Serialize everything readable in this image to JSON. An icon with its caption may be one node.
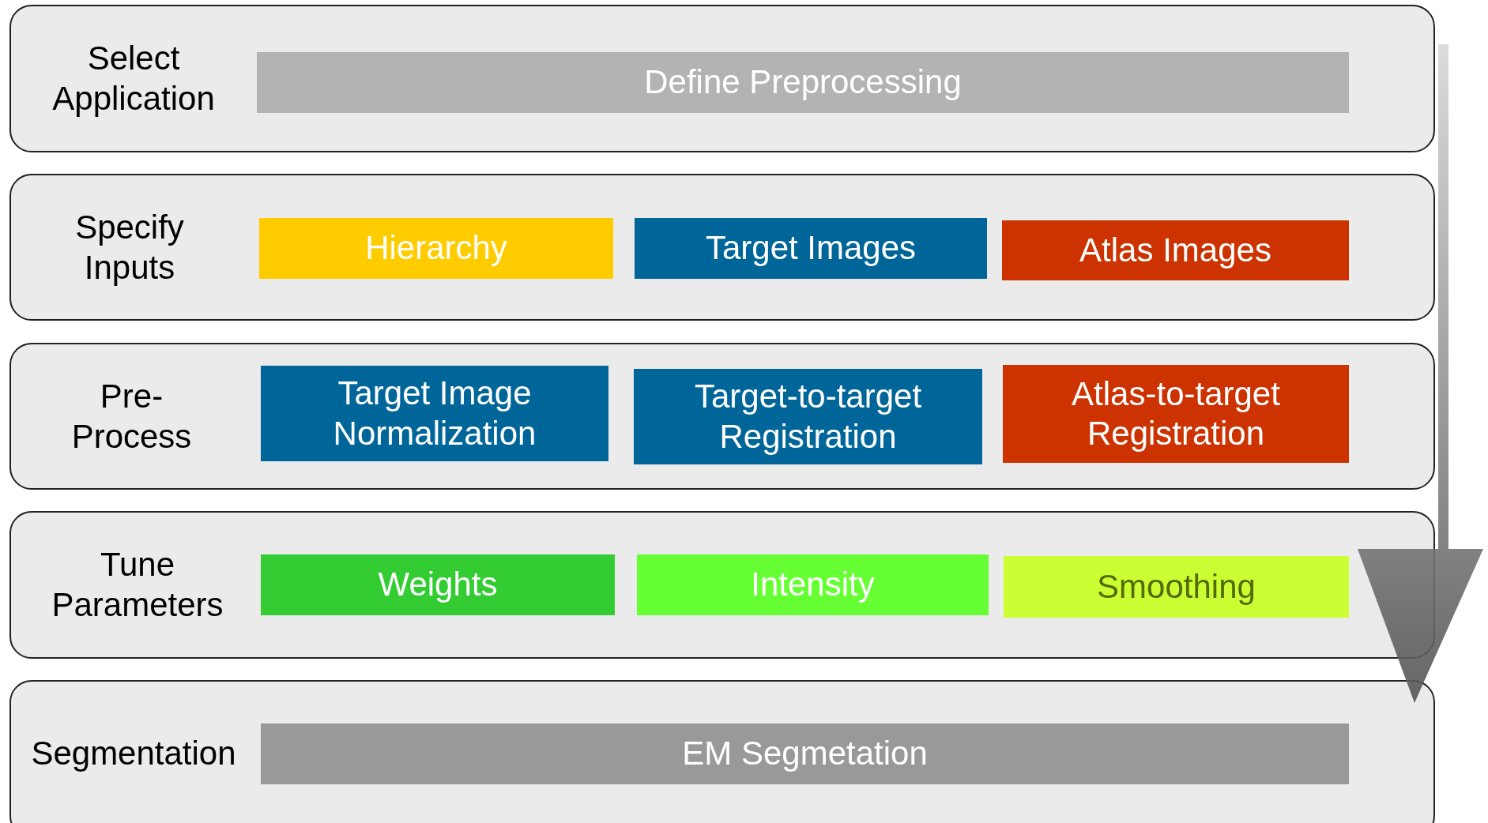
{
  "diagram": {
    "nodes": [
      {
        "text": [
          "Select Application"
        ]
      },
      {
        "text": [
          "Define Preprocessing"
        ],
        "in": 0
      },
      {
        "text": [
          "Specify Inputs"
        ]
      },
      {
        "text": [
          "Hierarchy"
        ],
        "in": 2
      },
      {
        "text": [
          "Target Images"
        ],
        "in": 2
      },
      {
        "text": [
          "Atlas Images"
        ],
        "in": 2
      },
      {
        "text": [
          "Pre-Process"
        ]
      },
      {
        "text": [
          "Target Image Normalization"
        ],
        "in": 6
      },
      {
        "text": [
          "Target-to-target Registration"
        ],
        "in": 6
      },
      {
        "text": [
          "Atlas-to-target Registration"
        ],
        "in": 6
      },
      {
        "text": [
          "Tune Parameters"
        ]
      },
      {
        "text": [
          "Weights"
        ],
        "in": 10
      },
      {
        "text": [
          "Intensity"
        ],
        "in": 10
      },
      {
        "text": [
          "Smoothing"
        ],
        "in": 10
      },
      {
        "text": [
          "Segmentation"
        ]
      },
      {
        "text": [
          "EM Segmetation"
        ],
        "in": 14
      }
    ]
  }
}
